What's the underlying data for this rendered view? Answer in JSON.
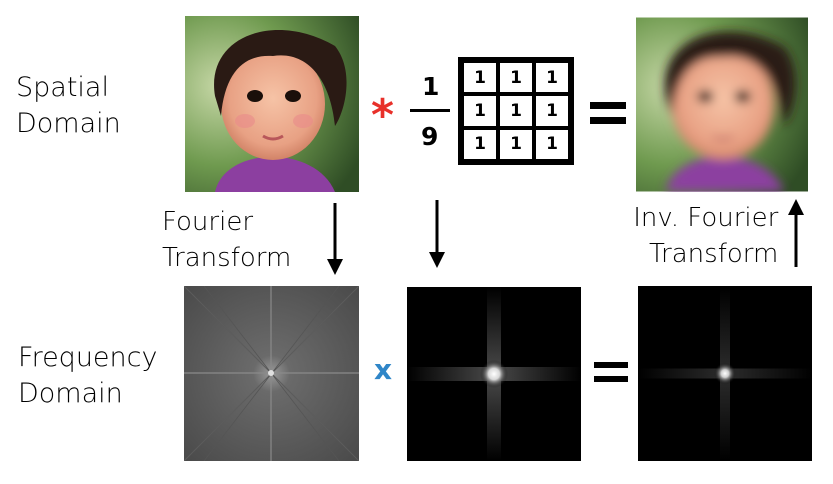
{
  "labels": {
    "spatial": [
      "Spatial",
      "Domain"
    ],
    "frequency": [
      "Frequency",
      "Domain"
    ],
    "fourier": [
      "Fourier",
      "Transform"
    ],
    "inv_fourier": [
      "Inv. Fourier",
      "Transform"
    ]
  },
  "operators": {
    "convolve": "*",
    "multiply": "x",
    "equals": "="
  },
  "fraction": {
    "numerator": "1",
    "denominator": "9"
  },
  "kernel": [
    [
      "1",
      "1",
      "1"
    ],
    [
      "1",
      "1",
      "1"
    ],
    [
      "1",
      "1",
      "1"
    ]
  ],
  "colors": {
    "convolve": "#e8302a",
    "multiply": "#2f86c8"
  },
  "images": {
    "original": "photo of child (sharp)",
    "blurred": "photo of child (blurred)",
    "spectrum": "fourier magnitude spectrum",
    "box_filter_spectrum": "box filter frequency response",
    "result_spectrum": "filtered spectrum"
  }
}
